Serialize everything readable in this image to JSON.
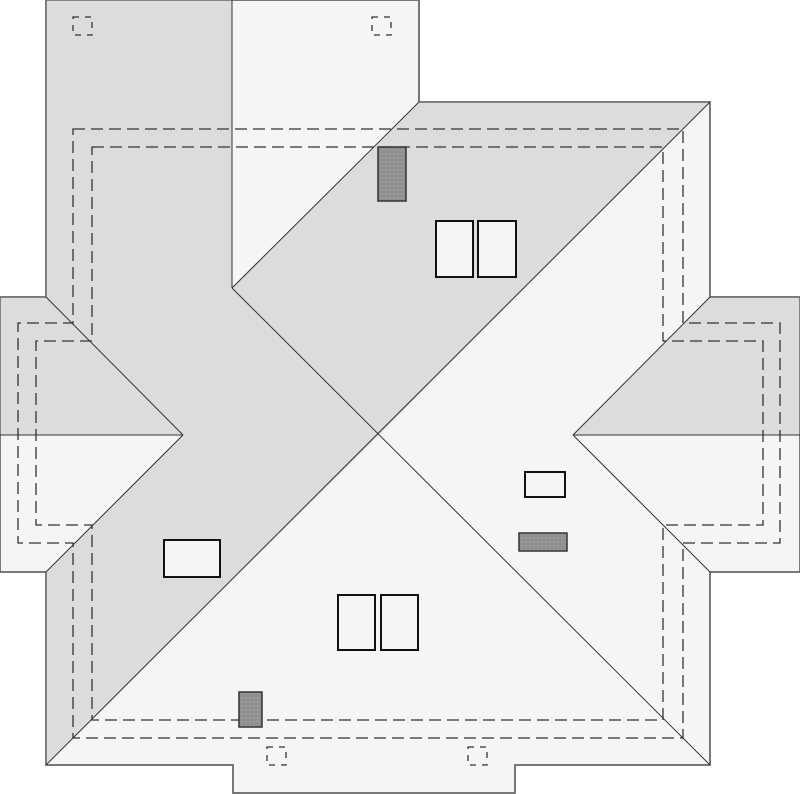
{
  "diagram": {
    "kind": "roof plan",
    "colors": {
      "background": "#ffffff",
      "roof_light": "#f5f5f5",
      "roof_dark": "#dcdcdc",
      "outline": "#666666",
      "ridge_line": "#333333",
      "dashed_line": "#333333",
      "window_fill": "#f5f5f5",
      "window_stroke": "#111111",
      "chimney_fill": "#8f8f8f"
    },
    "windows_count": 6,
    "chimneys_count": 3,
    "markers_count": 4
  }
}
